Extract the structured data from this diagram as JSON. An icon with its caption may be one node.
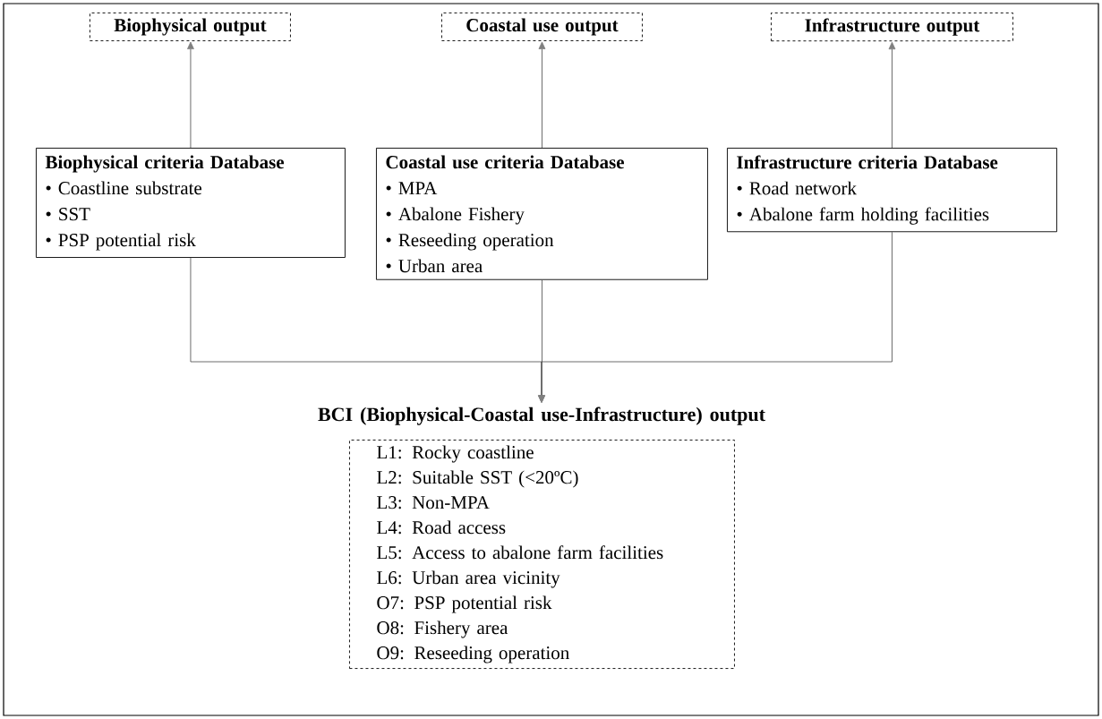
{
  "diagram": {
    "nodes": [
      {
        "text": [
          "Biophysical output"
        ]
      },
      {
        "text": [
          "Coastal use output"
        ]
      },
      {
        "text": [
          "Infrastructure output"
        ]
      },
      {
        "text": [
          "Biophysical criteria Database",
          "• Coastline substrate",
          "• SST",
          "• PSP potential risk"
        ]
      },
      {
        "text": [
          "Coastal use criteria Database",
          "• MPA",
          "• Abalone Fishery",
          "• Reseeding operation",
          "• Urban area"
        ]
      },
      {
        "text": [
          "Infrastructure criteria Database",
          "• Road network",
          "• Abalone farm holding facilities"
        ]
      },
      {
        "text": [
          "BCI (Biophysical-Coastal use-Infrastructure) output",
          "L1: Rocky coastline",
          "L2: Suitable SST (<20ºC)",
          "L3: Non-MPA",
          "L4: Road access",
          "L5: Access to abalone farm facilities",
          "L6: Urban area vicinity",
          "O7: PSP potential risk",
          "O8: Fishery area",
          "O9: Reseeding operation"
        ]
      }
    ],
    "edges": [
      {
        "from": 3,
        "to": 0,
        "arrow": "to"
      },
      {
        "from": 4,
        "to": 1,
        "arrow": "to"
      },
      {
        "from": 5,
        "to": 2,
        "arrow": "to"
      },
      {
        "from": 3,
        "to": 6,
        "arrow": "to"
      },
      {
        "from": 4,
        "to": 6,
        "arrow": "to"
      },
      {
        "from": 5,
        "to": 6,
        "arrow": "to"
      }
    ]
  }
}
